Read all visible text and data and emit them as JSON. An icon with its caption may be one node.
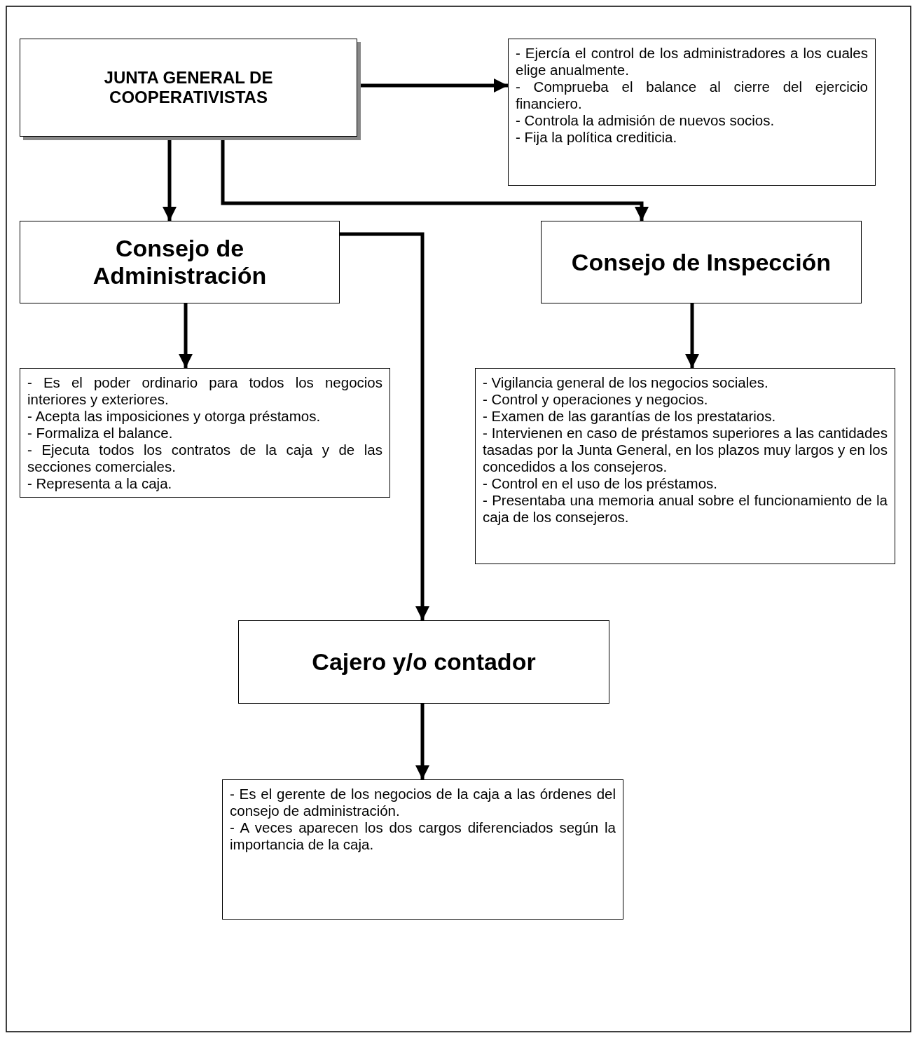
{
  "diagram": {
    "nodes": [
      {
        "text": [
          "JUNTA GENERAL DE COOPERATIVISTAS"
        ]
      },
      {
        "text": [
          "- Ejercía el control de los administradores a los cuales elige anualmente.",
          "- Comprueba el balance al cierre del ejercicio financiero.",
          "- Controla la admisión de nuevos socios.",
          "- Fija la política crediticia."
        ]
      },
      {
        "text": [
          "Consejo de Administración"
        ]
      },
      {
        "text": [
          "Consejo de Inspección"
        ]
      },
      {
        "text": [
          "- Es el poder ordinario para todos los negocios interiores y exteriores.",
          "- Acepta las imposiciones y otorga préstamos.",
          "- Formaliza el balance.",
          "- Ejecuta todos los contratos de la caja y de las secciones comerciales.",
          "- Representa a la caja."
        ]
      },
      {
        "text": [
          "- Vigilancia general de los negocios sociales.",
          "- Control y operaciones y negocios.",
          "- Examen de las garantías de los prestatarios.",
          "- Intervienen en caso de préstamos superiores a las cantidades tasadas por la Junta General, en los plazos muy largos y en los concedidos a los consejeros.",
          "- Control en el uso de los préstamos.",
          "- Presentaba una memoria anual sobre el funcionamiento de la caja de los consejeros."
        ]
      },
      {
        "text": [
          "Cajero y/o contador"
        ]
      },
      {
        "text": [
          "- Es el gerente de los negocios de la caja a las órdenes del consejo de administración.",
          "- A veces aparecen los dos cargos diferenciados según la importancia de la caja."
        ]
      }
    ],
    "edges": [
      {
        "from": 0,
        "to": 1,
        "arrow": "to"
      },
      {
        "from": 0,
        "to": 2,
        "arrow": "to"
      },
      {
        "from": 0,
        "to": 3,
        "arrow": "to"
      },
      {
        "from": 2,
        "to": 4,
        "arrow": "to"
      },
      {
        "from": 2,
        "to": 6,
        "arrow": "to"
      },
      {
        "from": 3,
        "to": 5,
        "arrow": "to"
      },
      {
        "from": 6,
        "to": 7,
        "arrow": "to"
      }
    ]
  }
}
